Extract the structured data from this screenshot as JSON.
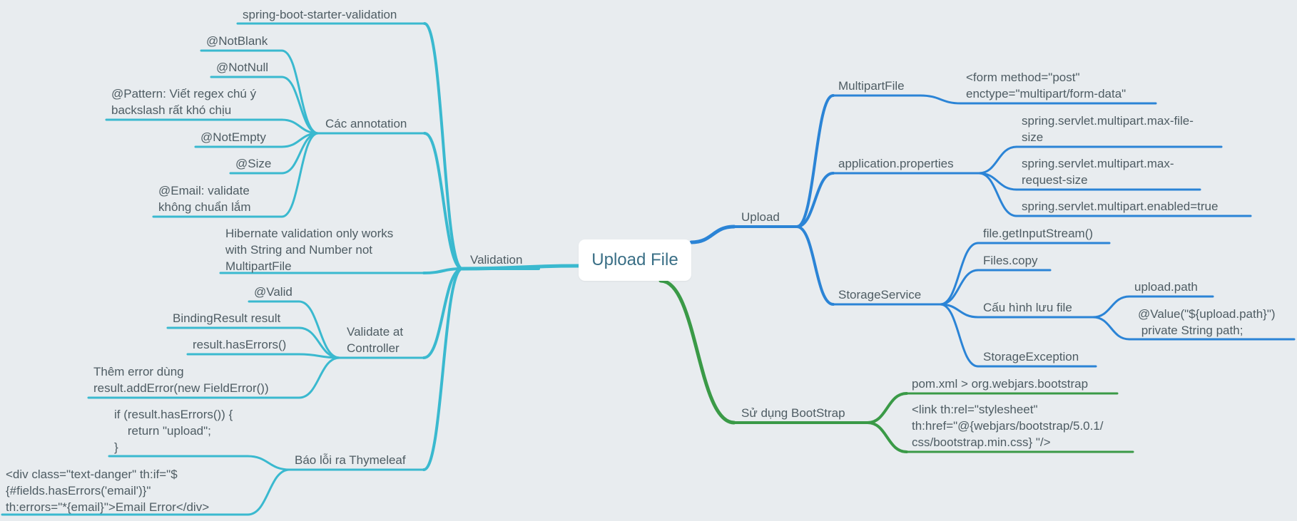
{
  "root": "Upload File",
  "colors": {
    "validation": "#3ab9cf",
    "upload": "#2b84d6",
    "bootstrap": "#3a9a47",
    "background": "#e8ecef",
    "text": "#4e5c63",
    "root_text": "#3a6f86"
  },
  "validation": {
    "label": "Validation",
    "starter": "spring-boot-starter-validation",
    "annotations": {
      "label": "Các annotation",
      "not_blank": "@NotBlank",
      "not_null": "@NotNull",
      "pattern": "@Pattern: Viết regex chú ý\nbackslash rất khó chịu",
      "not_empty": "@NotEmpty",
      "size": "@Size",
      "email": "@Email: validate\nkhông chuẩn lắm"
    },
    "hibernate_note": "Hibernate validation only works\nwith String and Number not\nMultipartFile",
    "controller": {
      "label": "Validate at\nController",
      "valid": "@Valid",
      "binding_result": "BindingResult result",
      "has_errors": "result.hasErrors()",
      "add_error": "Thêm error dùng\nresult.addError(new FieldError())"
    },
    "thymeleaf": {
      "label": "Báo lỗi ra Thymeleaf",
      "code_if": "if (result.hasErrors()) {\n    return \"upload\";\n}",
      "code_div": "<div class=\"text-danger\" th:if=\"$\n{#fields.hasErrors('email')}\"\nth:errors=\"*{email}\">Email Error</div>"
    }
  },
  "upload": {
    "label": "Upload",
    "multipart": {
      "label": "MultipartFile",
      "form": "<form method=\"post\"\nenctype=\"multipart/form-data\""
    },
    "app_properties": {
      "label": "application.properties",
      "max_file_size": "spring.servlet.multipart.max-file-\nsize",
      "max_request_size": "spring.servlet.multipart.max-\nrequest-size",
      "enabled": "spring.servlet.multipart.enabled=true"
    },
    "storage": {
      "label": "StorageService",
      "get_input_stream": "file.getInputStream()",
      "files_copy": "Files.copy",
      "config": {
        "label": "Cấu hình lưu file",
        "upload_path": "upload.path",
        "value_annotation": "@Value(\"${upload.path}\")\n private String path;"
      },
      "exception": "StorageException"
    }
  },
  "bootstrap": {
    "label": "Sử dụng BootStrap",
    "pom": "pom.xml > org.webjars.bootstrap",
    "link": "<link th:rel=\"stylesheet\"\nth:href=\"@{webjars/bootstrap/5.0.1/\ncss/bootstrap.min.css} \"/>"
  }
}
